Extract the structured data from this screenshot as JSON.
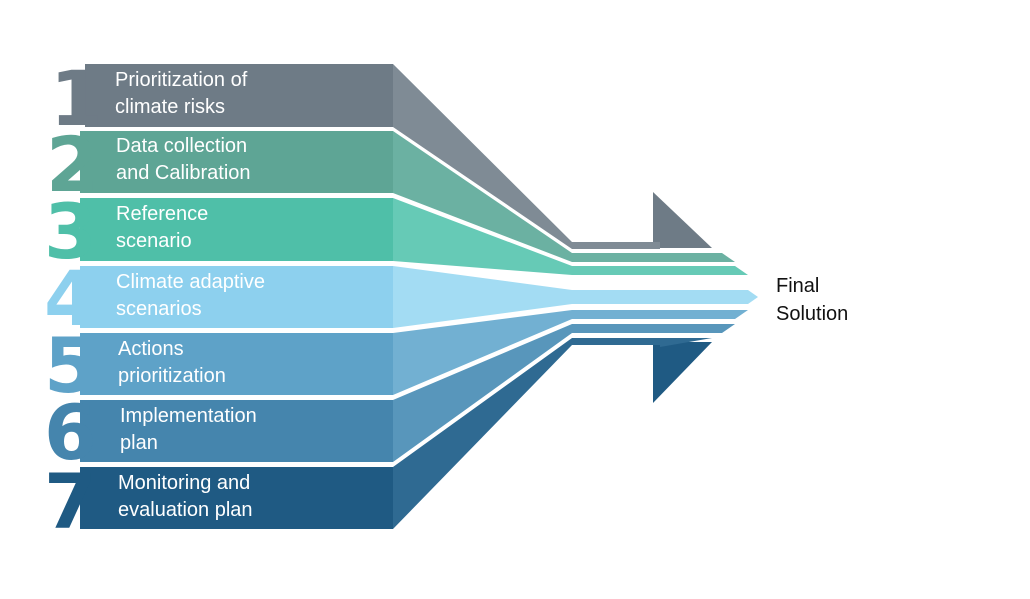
{
  "steps": [
    {
      "number": "1",
      "lines": [
        "Prioritization of",
        "climate risks"
      ],
      "color": "#6e7b86"
    },
    {
      "number": "2",
      "lines": [
        "Data collection",
        "and Calibration"
      ],
      "color": "#5ea595"
    },
    {
      "number": "3",
      "lines": [
        "Reference",
        "scenario"
      ],
      "color": "#4fbfa8"
    },
    {
      "number": "4",
      "lines": [
        "Climate adaptive",
        "scenarios"
      ],
      "color": "#8dd0ee"
    },
    {
      "number": "5",
      "lines": [
        "Actions",
        "prioritization"
      ],
      "color": "#5ea2c8"
    },
    {
      "number": "6",
      "lines": [
        "Implementation",
        "plan"
      ],
      "color": "#4585ad"
    },
    {
      "number": "7",
      "lines": [
        "Monitoring and",
        "evaluation plan"
      ],
      "color": "#1f5a83"
    }
  ],
  "final": {
    "lines": [
      "Final",
      "Solution"
    ]
  }
}
